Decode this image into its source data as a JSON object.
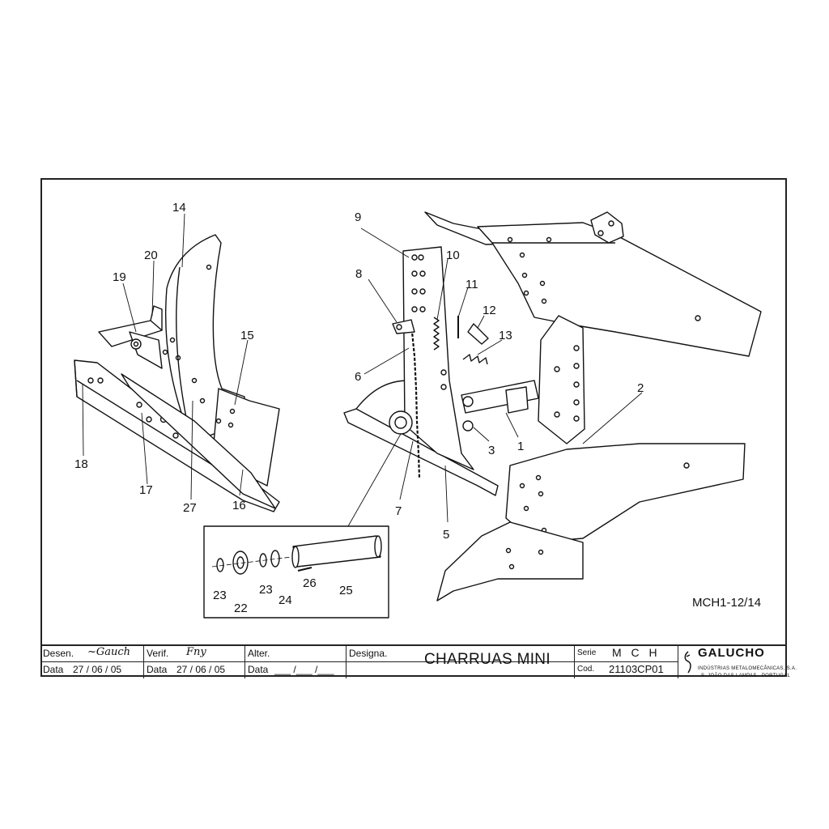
{
  "part_labels": {
    "p1": "1",
    "p2": "2",
    "p3": "3",
    "p5": "5",
    "p6": "6",
    "p7": "7",
    "p8": "8",
    "p9": "9",
    "p10": "10",
    "p11": "11",
    "p12": "12",
    "p13": "13",
    "p14": "14",
    "p15": "15",
    "p16": "16",
    "p17": "17",
    "p18": "18",
    "p19": "19",
    "p20": "20",
    "p22": "22",
    "p23a": "23",
    "p23b": "23",
    "p24": "24",
    "p25": "25",
    "p26": "26",
    "p27": "27"
  },
  "drawing_ref": "MCH1-12/14",
  "title_block": {
    "desen_label": "Desen.",
    "verif_label": "Verif.",
    "alter_label": "Alter.",
    "designa_label": "Designa.",
    "data_label": "Data",
    "desen_date": "27 / 06 / 05",
    "verif_date": "27 / 06 / 05",
    "alter_date": "___ /___ /___",
    "title": "CHARRUAS MINI",
    "serie_label": "Serie",
    "serie_value": "M C H",
    "cod_label": "Cod.",
    "cod_value": "21103CP01",
    "company": "GALUCHO",
    "company_sub": "INDÚSTRIAS METALOMECÂNICAS, S.A.",
    "company_loc": "S. JOÃO DAS LAMPAS - PORTUGAL"
  },
  "colors": {
    "ink": "#111111",
    "paper": "#ffffff"
  }
}
